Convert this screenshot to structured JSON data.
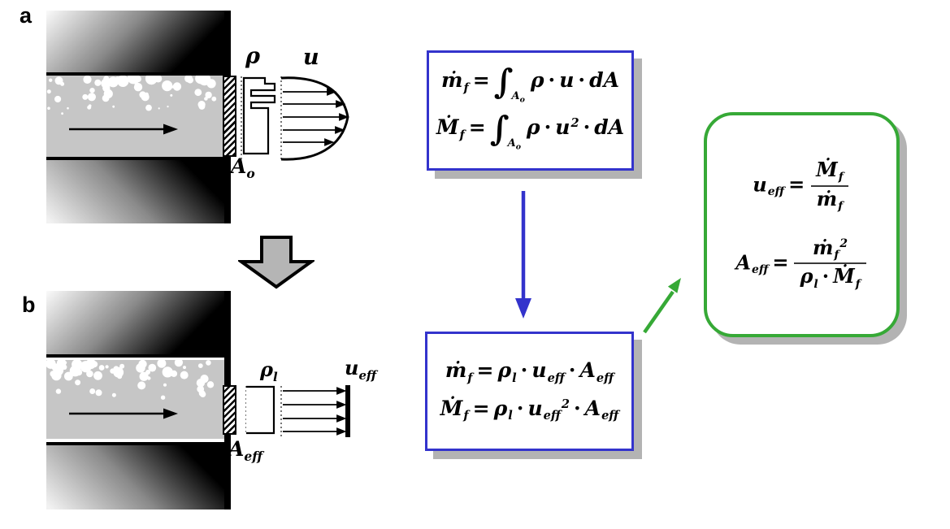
{
  "figure": {
    "panel_a": {
      "label": "a",
      "density_symbol": {
        "base": "ρ",
        "sub": ""
      },
      "velocity_symbol": {
        "base": "u",
        "sub": ""
      },
      "area_symbol": {
        "base": "A",
        "sub": "o"
      }
    },
    "panel_b": {
      "label": "b",
      "density_symbol": {
        "base": "ρ",
        "sub": "l"
      },
      "velocity_symbol": {
        "base": "u",
        "sub": "eff"
      },
      "area_symbol": {
        "base": "A",
        "sub": "eff"
      }
    },
    "integral_box": {
      "eq1": [
        {
          "k": "v",
          "t": "ṁ"
        },
        {
          "k": "sub",
          "t": "f"
        },
        {
          "k": "op",
          "t": "="
        },
        {
          "k": "int",
          "t": "∫"
        },
        {
          "k": "isub",
          "base": "A",
          "sub": "o"
        },
        {
          "k": "v",
          "t": "ρ"
        },
        {
          "k": "op",
          "t": "·"
        },
        {
          "k": "v",
          "t": "u"
        },
        {
          "k": "op",
          "t": "·"
        },
        {
          "k": "v",
          "t": "dA"
        }
      ],
      "eq2": [
        {
          "k": "v",
          "t": "Ṁ"
        },
        {
          "k": "sub",
          "t": "f"
        },
        {
          "k": "op",
          "t": "="
        },
        {
          "k": "int",
          "t": "∫"
        },
        {
          "k": "isub",
          "base": "A",
          "sub": "o"
        },
        {
          "k": "v",
          "t": "ρ"
        },
        {
          "k": "op",
          "t": "·"
        },
        {
          "k": "v",
          "t": "u"
        },
        {
          "k": "sup",
          "t": "2"
        },
        {
          "k": "op",
          "t": "·"
        },
        {
          "k": "v",
          "t": "dA"
        }
      ]
    },
    "effective_box": {
      "eq1": [
        {
          "k": "v",
          "t": "ṁ"
        },
        {
          "k": "sub",
          "t": "f"
        },
        {
          "k": "op",
          "t": "="
        },
        {
          "k": "v",
          "t": "ρ"
        },
        {
          "k": "sub",
          "t": "l"
        },
        {
          "k": "op",
          "t": "·"
        },
        {
          "k": "v",
          "t": "u"
        },
        {
          "k": "sub",
          "t": "eff"
        },
        {
          "k": "op",
          "t": "·"
        },
        {
          "k": "v",
          "t": "A"
        },
        {
          "k": "sub",
          "t": "eff"
        }
      ],
      "eq2": [
        {
          "k": "v",
          "t": "Ṁ"
        },
        {
          "k": "sub",
          "t": "f"
        },
        {
          "k": "op",
          "t": "="
        },
        {
          "k": "v",
          "t": "ρ"
        },
        {
          "k": "sub",
          "t": "l"
        },
        {
          "k": "op",
          "t": "·"
        },
        {
          "k": "v",
          "t": "u"
        },
        {
          "k": "sub",
          "t": "eff"
        },
        {
          "k": "sup",
          "t": "2"
        },
        {
          "k": "op",
          "t": "·"
        },
        {
          "k": "v",
          "t": "A"
        },
        {
          "k": "sub",
          "t": "eff"
        }
      ]
    },
    "result_box": {
      "eq1": [
        {
          "k": "v",
          "t": "u"
        },
        {
          "k": "sub",
          "t": "eff"
        },
        {
          "k": "op",
          "t": "="
        },
        {
          "k": "frac",
          "num": [
            {
              "k": "v",
              "t": "Ṁ"
            },
            {
              "k": "sub",
              "t": "f"
            }
          ],
          "den": [
            {
              "k": "v",
              "t": "ṁ"
            },
            {
              "k": "sub",
              "t": "f"
            }
          ]
        }
      ],
      "eq2": [
        {
          "k": "v",
          "t": "A"
        },
        {
          "k": "sub",
          "t": "eff"
        },
        {
          "k": "op",
          "t": "="
        },
        {
          "k": "frac",
          "num": [
            {
              "k": "v",
              "t": "ṁ"
            },
            {
              "k": "sub",
              "t": "f"
            },
            {
              "k": "sup",
              "t": "2"
            }
          ],
          "den": [
            {
              "k": "v",
              "t": "ρ"
            },
            {
              "k": "sub",
              "t": "l"
            },
            {
              "k": "op",
              "t": "·"
            },
            {
              "k": "v",
              "t": "Ṁ"
            },
            {
              "k": "sub",
              "t": "f"
            }
          ]
        }
      ]
    },
    "colors": {
      "box_blue": "#3333cc",
      "box_green": "#36a936",
      "shadow_gray": "#b3b3b3",
      "channel_gray": "#c6c6c6",
      "block_arrow_gray": "#b5b5b5"
    }
  }
}
